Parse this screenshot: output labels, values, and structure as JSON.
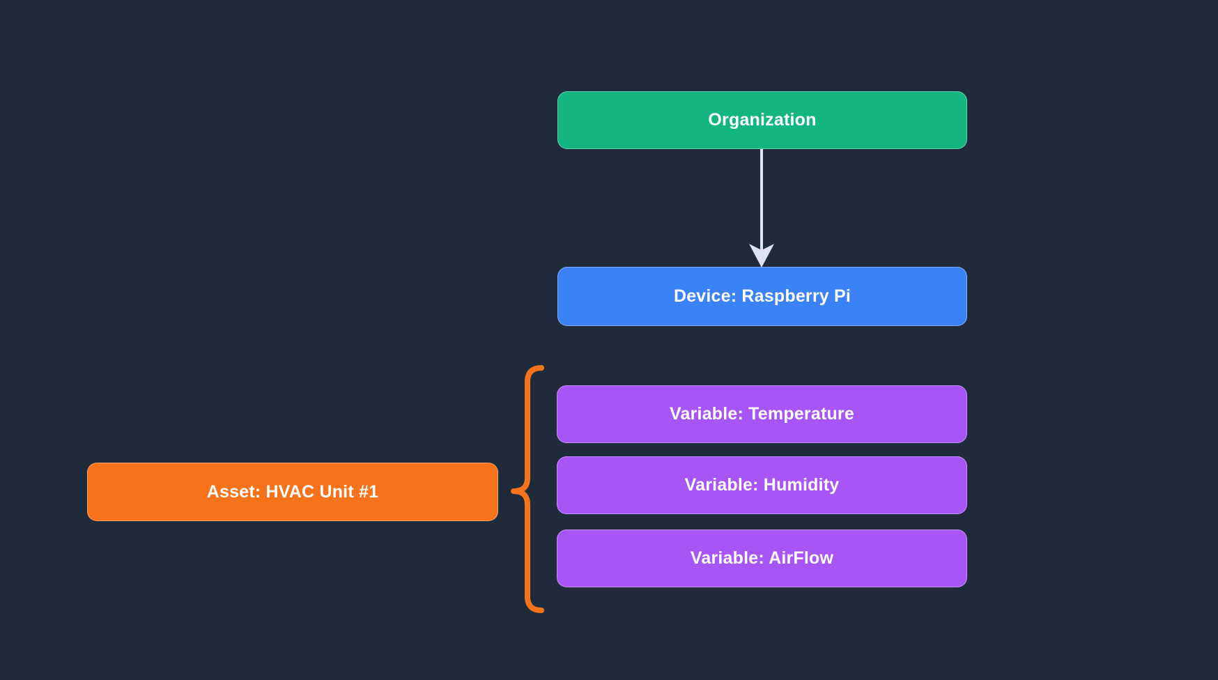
{
  "colors": {
    "background": "#1f2a3b",
    "text": "#ffffff",
    "arrow": "#dde3f2",
    "brace": "#f6731b"
  },
  "nodes": {
    "organization": {
      "label": "Organization",
      "color": "#13b581"
    },
    "device": {
      "label": "Device: Raspberry Pi",
      "color": "#3b82f6"
    },
    "asset": {
      "label": "Asset: HVAC Unit #1",
      "color": "#f6731b"
    },
    "variables": [
      {
        "label": "Variable: Temperature",
        "color": "#a855f7"
      },
      {
        "label": "Variable: Humidity",
        "color": "#a855f7"
      },
      {
        "label": "Variable: AirFlow",
        "color": "#a855f7"
      }
    ]
  }
}
